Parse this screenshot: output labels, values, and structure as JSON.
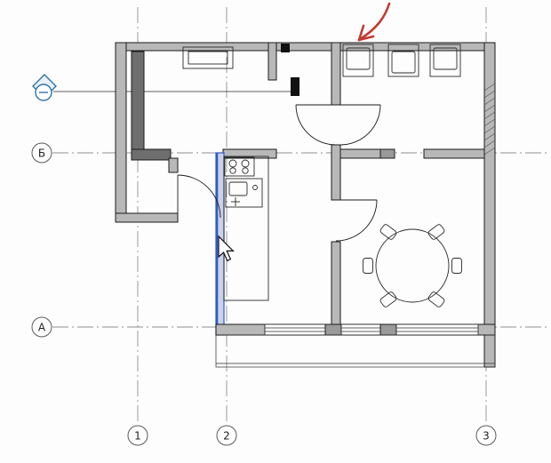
{
  "grids": {
    "rows": [
      {
        "label": "Б"
      },
      {
        "label": "А"
      }
    ],
    "columns": [
      {
        "label": "1"
      },
      {
        "label": "2"
      },
      {
        "label": "3"
      }
    ]
  },
  "colors": {
    "background": "#fdfdfd",
    "wall_fill": "#b8b8b8",
    "wall_dark": "#6e6e6e",
    "line": "#1a1a1a",
    "grid": "#8f8f8f",
    "selection": "#2f5bc4",
    "annotation": "#c23b2f",
    "section_marker": "#2e74a8"
  },
  "scene": {
    "selected_element": "wall",
    "dining_chairs": 6,
    "stove_burners": 4,
    "appliances": 3
  }
}
